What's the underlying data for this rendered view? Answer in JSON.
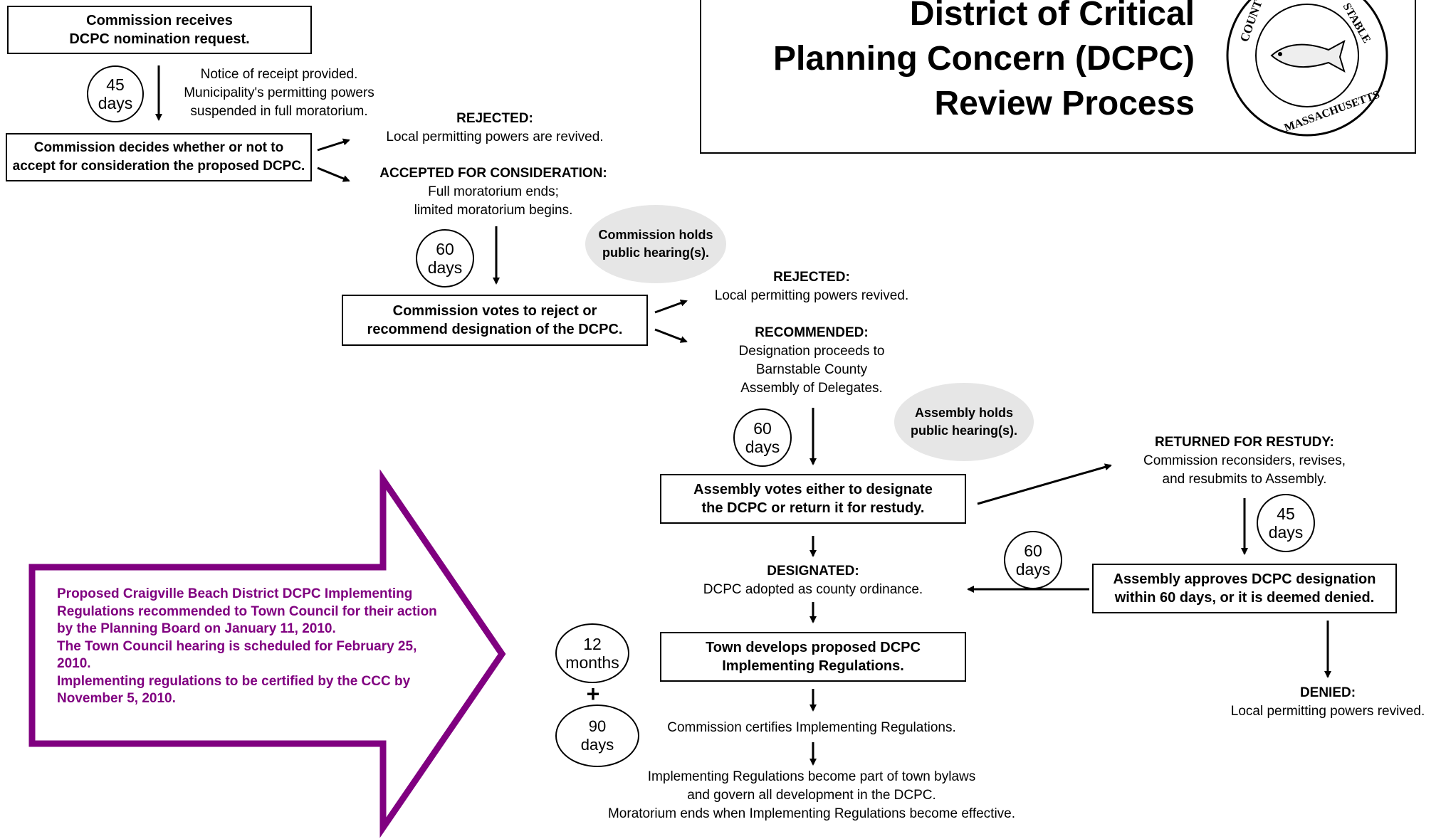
{
  "header": {
    "title_line1": "District of Critical",
    "title_line2": "Planning Concern (DCPC)",
    "title_line3": "Review Process",
    "seal": {
      "text": "COUNTY · BARNSTABLE · MASSACHUSETTS",
      "icon": "fish-seal-icon"
    }
  },
  "steps": {
    "nomination": "Commission receives\nDCPC nomination request.",
    "accept_decision": "Commission decides whether or not to\naccept for consideration the proposed DCPC.",
    "commission_vote": "Commission votes to reject or\nrecommend designation of the DCPC.",
    "assembly_vote": "Assembly votes either to designate\nthe DCPC or return it for restudy.",
    "assembly_approves": "Assembly approves DCPC designation\nwithin 60 days, or it is deemed denied.",
    "town_develops": "Town develops proposed DCPC\nImplementing Regulations."
  },
  "notes": {
    "notice": "Notice of receipt provided.\nMunicipality's permitting powers\nsuspended in full moratorium.",
    "rejected1_title": "REJECTED:",
    "rejected1_text": "Local permitting powers are revived.",
    "accepted_title": "ACCEPTED FOR CONSIDERATION:",
    "accepted_text": "Full moratorium ends;\nlimited moratorium begins.",
    "rejected2_title": "REJECTED:",
    "rejected2_text": "Local permitting powers revived.",
    "recommended_title": "RECOMMENDED:",
    "recommended_text": "Designation proceeds to\nBarnstable County\nAssembly of Delegates.",
    "returned_title": "RETURNED FOR RESTUDY:",
    "returned_text": "Commission reconsiders, revises,\nand resubmits to Assembly.",
    "designated_title": "DESIGNATED:",
    "designated_text": "DCPC adopted as county ordinance.",
    "denied_title": "DENIED:",
    "denied_text": "Local permitting powers revived.",
    "certifies": "Commission certifies Implementing Regulations.",
    "final": "Implementing Regulations become part of town bylaws\nand govern all development in the DCPC.\nMoratorium ends when Implementing Regulations become effective."
  },
  "hearings": {
    "commission": "Commission holds\npublic hearing(s).",
    "assembly": "Assembly holds\npublic hearing(s)."
  },
  "timers": {
    "t1": "45\ndays",
    "t2": "60\ndays",
    "t3": "60\ndays",
    "t4": "45\ndays",
    "t5": "60\ndays",
    "t6": "12\nmonths",
    "plus": "+",
    "t7": "90\ndays"
  },
  "callout": {
    "text": "Proposed Craigville Beach District DCPC Implementing Regulations recommended to Town Council for their action by the Planning Board on January 11, 2010.\nThe Town Council hearing is scheduled for February 25, 2010.\nImplementing regulations to be certified by the CCC by November 5, 2010.",
    "color": "#800080"
  }
}
